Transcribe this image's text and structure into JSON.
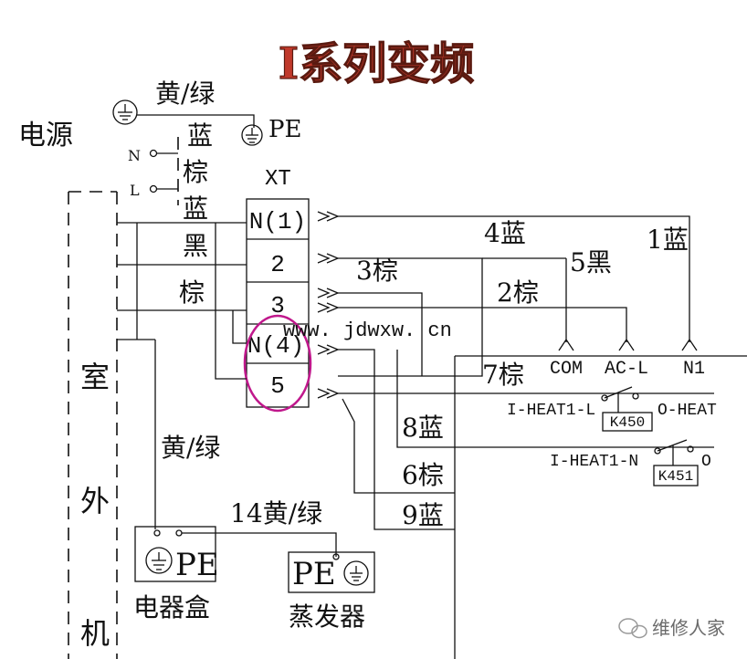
{
  "title": "I系列变频",
  "power_source": {
    "label": "电源",
    "ground_wire_color": "黄/绿",
    "pe_label": "PE",
    "terminals": [
      "N",
      "L"
    ],
    "wire_colors": [
      "蓝",
      "棕"
    ]
  },
  "terminal_block": {
    "name": "XT",
    "terminals": [
      "N(1)",
      "2",
      "3",
      "N(4)",
      "5"
    ],
    "left_wire_colors": [
      "蓝",
      "黑",
      "棕"
    ]
  },
  "outdoor_unit": {
    "label_chars": [
      "室",
      "外",
      "机"
    ]
  },
  "ground_labels": [
    "黄/绿",
    "14黄/绿"
  ],
  "electric_box": {
    "pe": "PE",
    "label": "电器盒"
  },
  "evaporator": {
    "pe": "PE",
    "label": "蒸发器"
  },
  "wires": [
    "4蓝",
    "1蓝",
    "5黑",
    "3棕",
    "2棕",
    "7棕",
    "8蓝",
    "6棕",
    "9蓝"
  ],
  "board": {
    "terminals": [
      "COM",
      "AC-L",
      "N1"
    ],
    "relays": [
      {
        "in": "I-HEAT1-L",
        "relay": "K450",
        "out": "O-HEAT"
      },
      {
        "in": "I-HEAT1-N",
        "relay": "K451",
        "out": "O"
      }
    ]
  },
  "watermark_url": "www. jdwxw. cn",
  "brand": "维修人家",
  "colors": {
    "title": "#c0392b",
    "title_outline": "#5a1a10",
    "highlight_circle": "#c0188c",
    "url": "#1a3fb8",
    "line": "#111111"
  }
}
